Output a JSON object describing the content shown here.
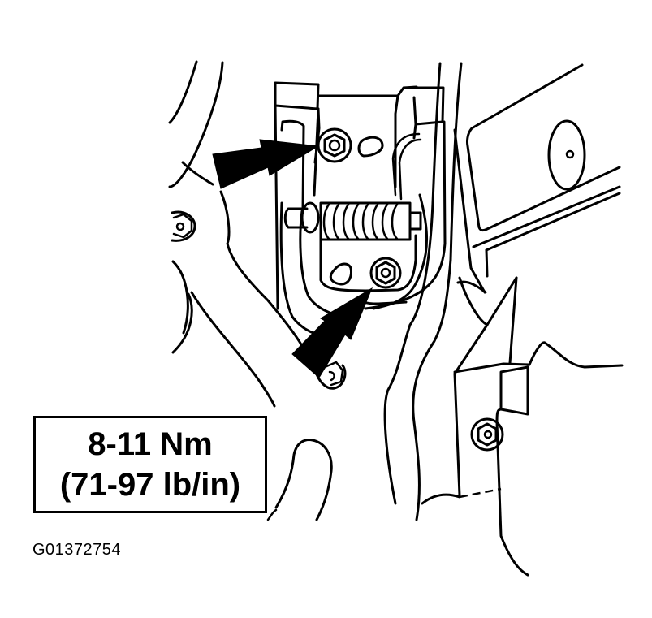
{
  "diagram": {
    "type": "service-manual line illustration",
    "subject": "hinge/latch bracket assembly with coil spring and mounting bolts",
    "callout_arrows": [
      {
        "id": "upper-bolt-arrow",
        "points_to": "upper mounting bolt"
      },
      {
        "id": "lower-bolt-arrow",
        "points_to": "lower mounting bolt"
      }
    ],
    "colors": {
      "line": "#000000",
      "background": "#ffffff"
    }
  },
  "torque_spec": {
    "metric": "8-11 Nm",
    "imperial": "(71-97 lb/in)"
  },
  "figure": {
    "id": "G01372754"
  }
}
